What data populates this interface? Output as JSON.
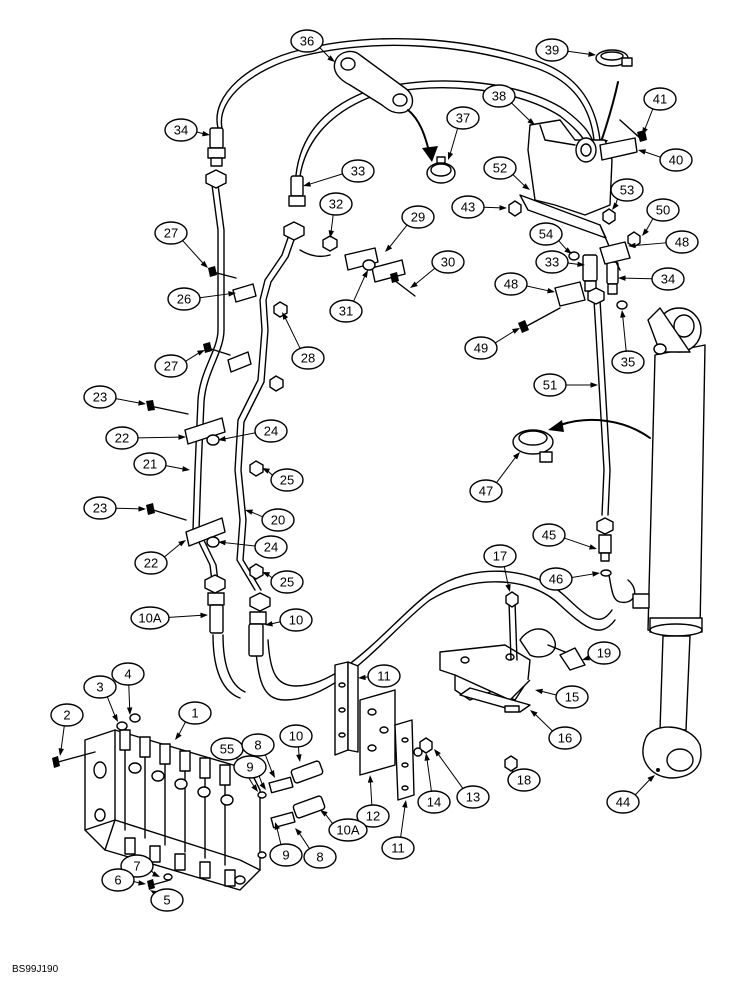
{
  "drawing_code": "BS99J190",
  "callouts": [
    {
      "id": "c36",
      "label": "36"
    },
    {
      "id": "c39",
      "label": "39"
    },
    {
      "id": "c38",
      "label": "38"
    },
    {
      "id": "c41",
      "label": "41"
    },
    {
      "id": "c37",
      "label": "37"
    },
    {
      "id": "c34a",
      "label": "34"
    },
    {
      "id": "c52",
      "label": "52"
    },
    {
      "id": "c40",
      "label": "40"
    },
    {
      "id": "c33a",
      "label": "33"
    },
    {
      "id": "c53",
      "label": "53"
    },
    {
      "id": "c32",
      "label": "32"
    },
    {
      "id": "c29",
      "label": "29"
    },
    {
      "id": "c43",
      "label": "43"
    },
    {
      "id": "c50",
      "label": "50"
    },
    {
      "id": "c27a",
      "label": "27"
    },
    {
      "id": "c54",
      "label": "54"
    },
    {
      "id": "c48a",
      "label": "48"
    },
    {
      "id": "c30",
      "label": "30"
    },
    {
      "id": "c33b",
      "label": "33"
    },
    {
      "id": "c34b",
      "label": "34"
    },
    {
      "id": "c26",
      "label": "26"
    },
    {
      "id": "c48b",
      "label": "48"
    },
    {
      "id": "c31",
      "label": "31"
    },
    {
      "id": "c28",
      "label": "28"
    },
    {
      "id": "c49",
      "label": "49"
    },
    {
      "id": "c35",
      "label": "35"
    },
    {
      "id": "c27b",
      "label": "27"
    },
    {
      "id": "c51",
      "label": "51"
    },
    {
      "id": "c23a",
      "label": "23"
    },
    {
      "id": "c22a",
      "label": "22"
    },
    {
      "id": "c24a",
      "label": "24"
    },
    {
      "id": "c47",
      "label": "47"
    },
    {
      "id": "c21",
      "label": "21"
    },
    {
      "id": "c25a",
      "label": "25"
    },
    {
      "id": "c23b",
      "label": "23"
    },
    {
      "id": "c20",
      "label": "20"
    },
    {
      "id": "c45",
      "label": "45"
    },
    {
      "id": "c22b",
      "label": "22"
    },
    {
      "id": "c24b",
      "label": "24"
    },
    {
      "id": "c17",
      "label": "17"
    },
    {
      "id": "c46",
      "label": "46"
    },
    {
      "id": "c25b",
      "label": "25"
    },
    {
      "id": "c10a_top",
      "label": "10A"
    },
    {
      "id": "c10_top",
      "label": "10"
    },
    {
      "id": "c19",
      "label": "19"
    },
    {
      "id": "c11a",
      "label": "11"
    },
    {
      "id": "c15",
      "label": "15"
    },
    {
      "id": "c4",
      "label": "4"
    },
    {
      "id": "c3",
      "label": "3"
    },
    {
      "id": "c1",
      "label": "1"
    },
    {
      "id": "c2",
      "label": "2"
    },
    {
      "id": "c16",
      "label": "16"
    },
    {
      "id": "c55",
      "label": "55"
    },
    {
      "id": "c8a",
      "label": "8"
    },
    {
      "id": "c10b",
      "label": "10"
    },
    {
      "id": "c9a",
      "label": "9"
    },
    {
      "id": "c18",
      "label": "18"
    },
    {
      "id": "c44",
      "label": "44"
    },
    {
      "id": "c14",
      "label": "14"
    },
    {
      "id": "c13",
      "label": "13"
    },
    {
      "id": "c12",
      "label": "12"
    },
    {
      "id": "c10a_bot",
      "label": "10A"
    },
    {
      "id": "c9b",
      "label": "9"
    },
    {
      "id": "c8b",
      "label": "8"
    },
    {
      "id": "c11b",
      "label": "11"
    },
    {
      "id": "c7",
      "label": "7"
    },
    {
      "id": "c6",
      "label": "6"
    },
    {
      "id": "c5",
      "label": "5"
    }
  ]
}
